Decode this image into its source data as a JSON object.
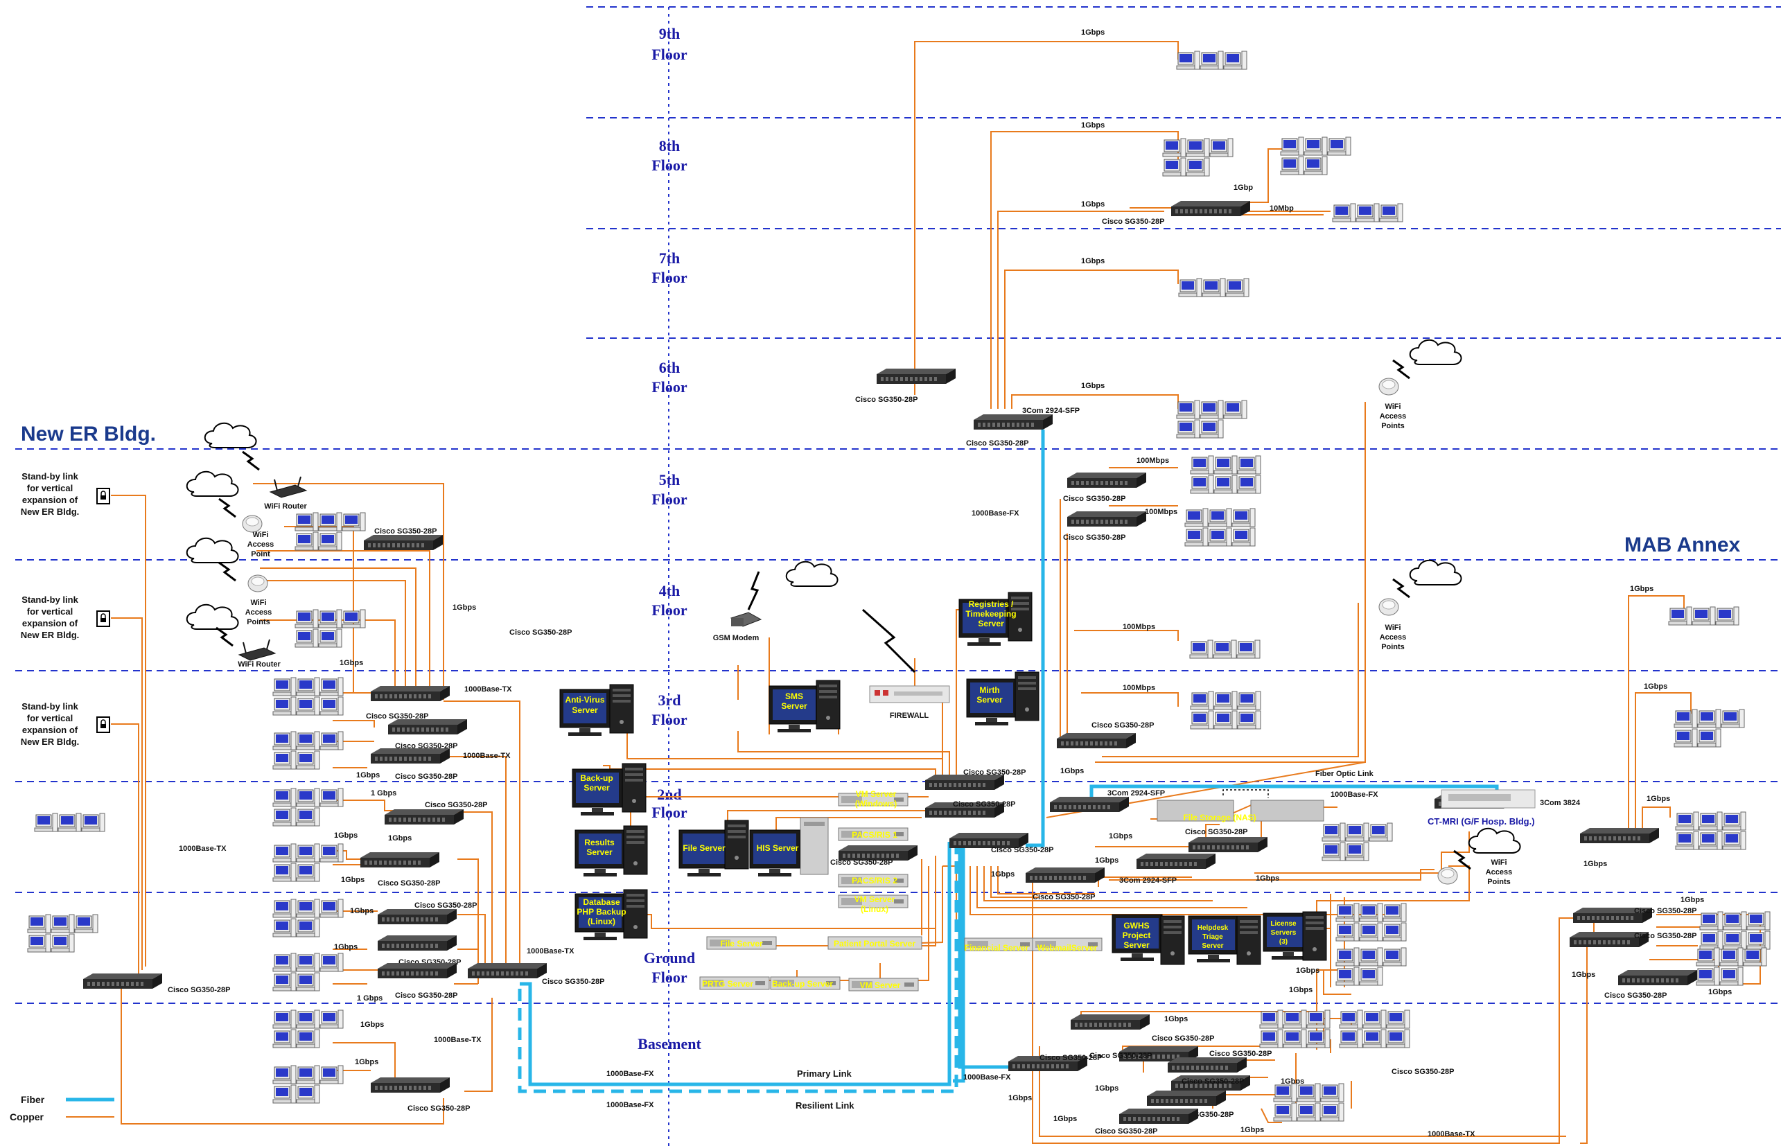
{
  "buildings": {
    "new_er": "New ER Bldg.",
    "mab_annex": "MAB Annex"
  },
  "floors": [
    {
      "line1": "9th",
      "line2": "Floor"
    },
    {
      "line1": "8th",
      "line2": "Floor"
    },
    {
      "line1": "7th",
      "line2": "Floor"
    },
    {
      "line1": "6th",
      "line2": "Floor"
    },
    {
      "line1": "5th",
      "line2": "Floor"
    },
    {
      "line1": "4th",
      "line2": "Floor"
    },
    {
      "line1": "3rd",
      "line2": "Floor"
    },
    {
      "line1": "2nd",
      "line2": "Floor"
    },
    {
      "line1": "Ground",
      "line2": "Floor"
    }
  ],
  "basement": "Basement",
  "standby": [
    "Stand-by link",
    "for vertical",
    "expansion of",
    "New ER Bldg."
  ],
  "wifi": {
    "router": "WiFi Router",
    "ap_line1": "WiFi",
    "ap_line2": "Access",
    "ap_line3": "Point",
    "ap_line3b": "Points"
  },
  "switches": {
    "sg": "Cisco SG350-28P",
    "com3_2924": "3Com 2924-SFP",
    "com3_3824": "3Com 3824"
  },
  "links": {
    "g1": "1Gbps",
    "g1s": "1 Gbps",
    "g1b": "1Gbp",
    "m10": "10Mbp",
    "m100": "100Mbps",
    "tx": "1000Base-TX",
    "fx": "1000Base-FX",
    "primary": "Primary Link",
    "resilient": "Resilient Link",
    "fiber_optic": "Fiber Optic Link"
  },
  "devices": {
    "gsm": "GSM Modem",
    "firewall": "FIREWALL",
    "nas": "File Storage (NAS)",
    "ctmri": "CT-MRI (G/F Hosp. Bldg.)"
  },
  "servers": {
    "antivirus": [
      "Anti-Virus",
      "Server"
    ],
    "sms": [
      "SMS",
      "Server"
    ],
    "mirth": [
      "Mirth",
      "Server"
    ],
    "registries": [
      "Registries /",
      "Timekeeping",
      "Server"
    ],
    "backup": [
      "Back-up",
      "Server"
    ],
    "results": [
      "Results",
      "Server"
    ],
    "database": [
      "Database",
      "PHP Backup",
      "(Linux)"
    ],
    "file": "File Server",
    "his": "HIS Server",
    "vm_win": [
      "VM Server",
      "(Windows)"
    ],
    "pacs1": "PACS/RIS 1",
    "pacs2": "PACS/RIS 2",
    "vm_linux": [
      "VM Server",
      "(Linux)"
    ],
    "file2": "File Server",
    "patient_portal": "Patient Portal Server",
    "prtg": "PRTG Server",
    "backup2": "Back-up Server",
    "vm": "VM Server",
    "financial": "Financial Server",
    "webmail": "WebmailServer",
    "gwhs": [
      "GWHS",
      "Project",
      "Server"
    ],
    "helpdesk": [
      "Helpdesk",
      "Triage",
      "Server"
    ],
    "license": [
      "License",
      "Servers",
      "(3)"
    ]
  },
  "legend": {
    "fiber": "Fiber",
    "copper": "Copper",
    "fiber_color": "#28b6e8",
    "copper_color": "#e87a1c"
  }
}
